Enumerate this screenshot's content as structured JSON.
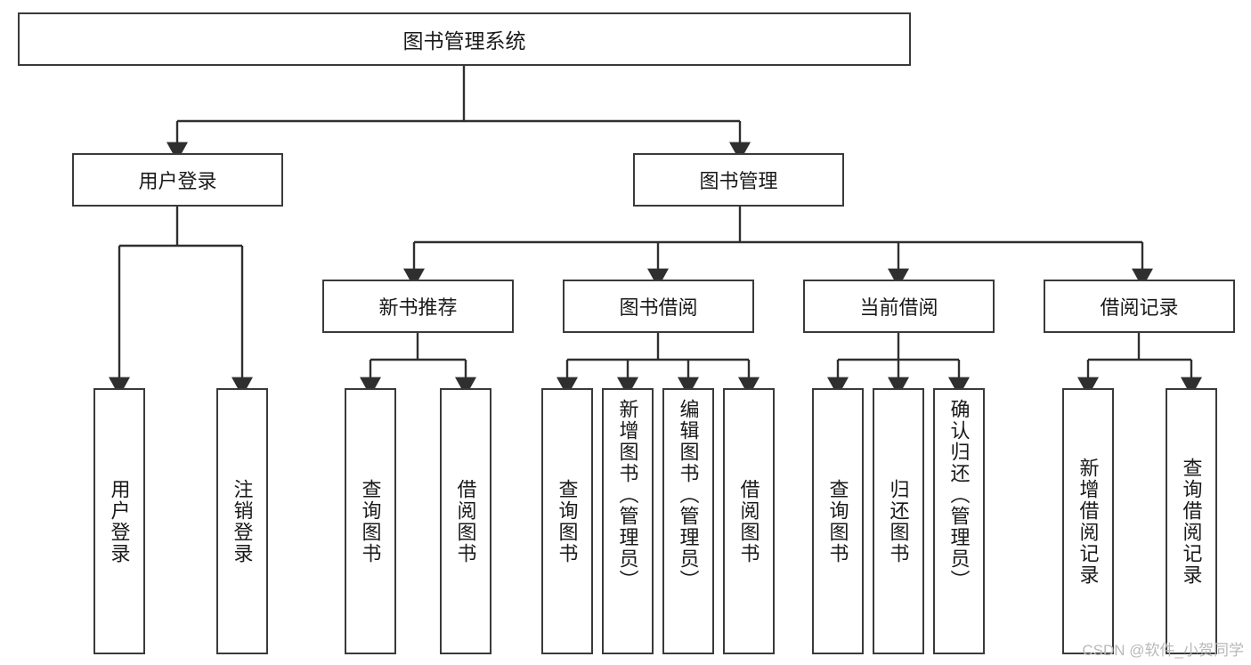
{
  "diagram": {
    "title": "图书管理系统",
    "type": "hierarchy-tree",
    "watermark": "CSDN @软件_小贺同学",
    "colors": {
      "box_border": "#3a3a3a",
      "box_fill": "#ffffff",
      "connector": "#2f2f2f",
      "text": "#1a1a1a",
      "watermark": "#b9b9b9"
    },
    "nodes": {
      "root": {
        "label": "图书管理系统"
      },
      "level2": [
        {
          "id": "user-login",
          "label": "用户登录"
        },
        {
          "id": "book-manage",
          "label": "图书管理"
        }
      ],
      "level3": [
        {
          "id": "new-book-rec",
          "label": "新书推荐"
        },
        {
          "id": "book-borrow",
          "label": "图书借阅"
        },
        {
          "id": "current-borrow",
          "label": "当前借阅"
        },
        {
          "id": "borrow-record",
          "label": "借阅记录"
        }
      ],
      "leaves": {
        "user_login": [
          {
            "id": "leaf-user-login",
            "label": "用户登录"
          },
          {
            "id": "leaf-logout",
            "label": "注销登录"
          }
        ],
        "new_book_rec": [
          {
            "id": "leaf-query-book-1",
            "label": "查询图书"
          },
          {
            "id": "leaf-borrow-book-1",
            "label": "借阅图书"
          }
        ],
        "book_borrow": [
          {
            "id": "leaf-query-book-2",
            "label": "查询图书"
          },
          {
            "id": "leaf-add-book",
            "label": "新增图书（管理员）"
          },
          {
            "id": "leaf-edit-book",
            "label": "编辑图书（管理员）"
          },
          {
            "id": "leaf-borrow-book-2",
            "label": "借阅图书"
          }
        ],
        "current_borrow": [
          {
            "id": "leaf-query-book-3",
            "label": "查询图书"
          },
          {
            "id": "leaf-return-book",
            "label": "归还图书"
          },
          {
            "id": "leaf-confirm-return",
            "label": "确认归还（管理员）"
          }
        ],
        "borrow_record": [
          {
            "id": "leaf-add-record",
            "label": "新增借阅记录"
          },
          {
            "id": "leaf-query-record",
            "label": "查询借阅记录"
          }
        ]
      }
    }
  }
}
